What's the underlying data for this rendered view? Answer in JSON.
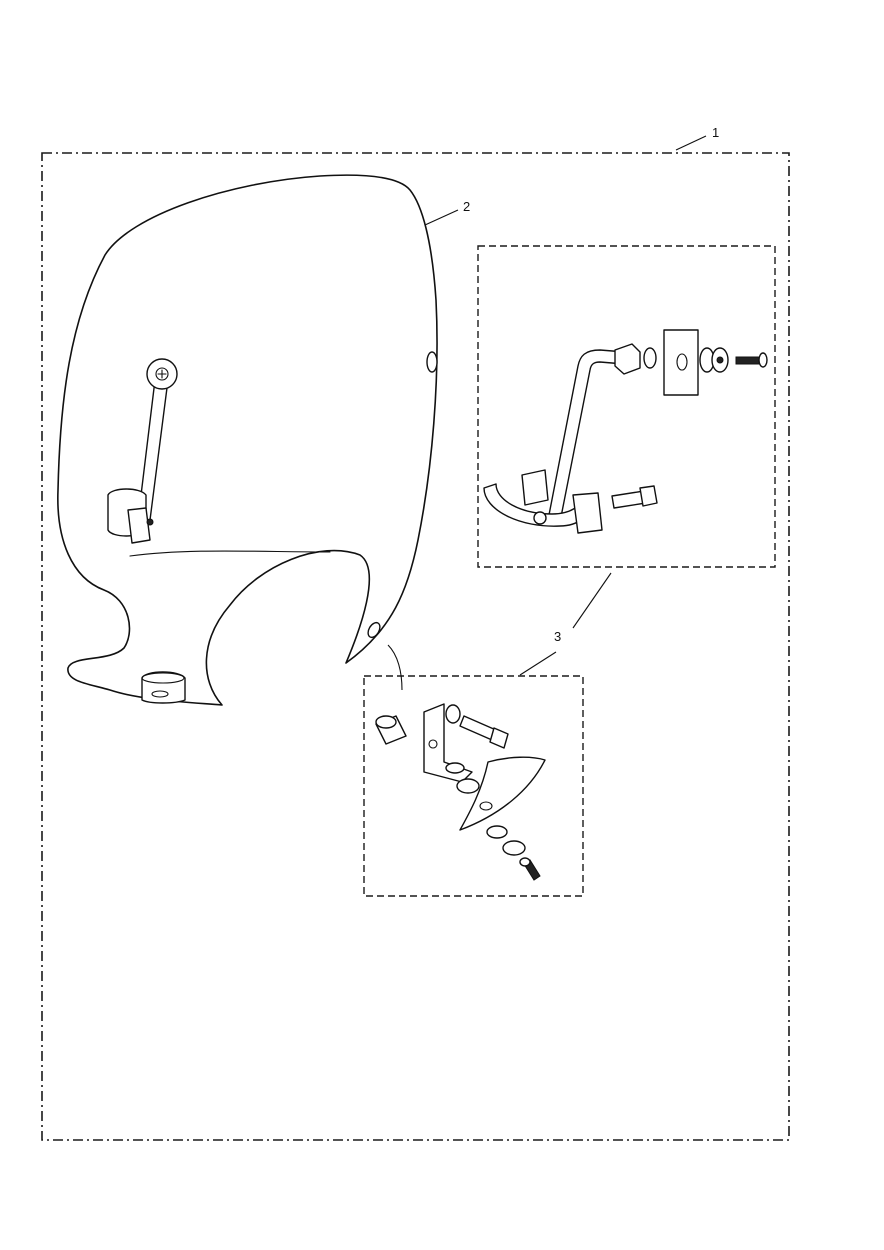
{
  "callouts": [
    {
      "id": "kit",
      "label": "1"
    },
    {
      "id": "screen",
      "label": "2"
    },
    {
      "id": "fitting-kit",
      "label": "3"
    }
  ],
  "colors": {
    "ink": "#111111",
    "background": "#ffffff"
  }
}
